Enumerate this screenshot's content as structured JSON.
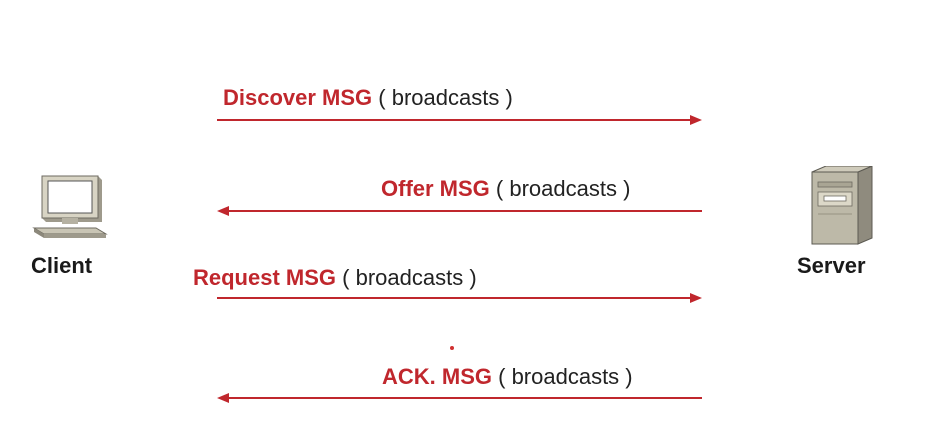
{
  "nodes": {
    "client": {
      "label": "Client",
      "icon": "computer-icon"
    },
    "server": {
      "label": "Server",
      "icon": "server-tower-icon"
    }
  },
  "messages": [
    {
      "name": "Discover MSG",
      "note": "( broadcasts )",
      "direction": "client-to-server"
    },
    {
      "name": "Offer MSG",
      "note": "( broadcasts )",
      "direction": "server-to-client"
    },
    {
      "name": "Request MSG",
      "note": "( broadcasts )",
      "direction": "client-to-server"
    },
    {
      "name": "ACK. MSG",
      "note": "( broadcasts )",
      "direction": "server-to-client"
    }
  ],
  "colors": {
    "message_name": "#c0272d",
    "arrow": "#c0272d",
    "note_text": "#222222",
    "node_label": "#1a1a1a"
  }
}
